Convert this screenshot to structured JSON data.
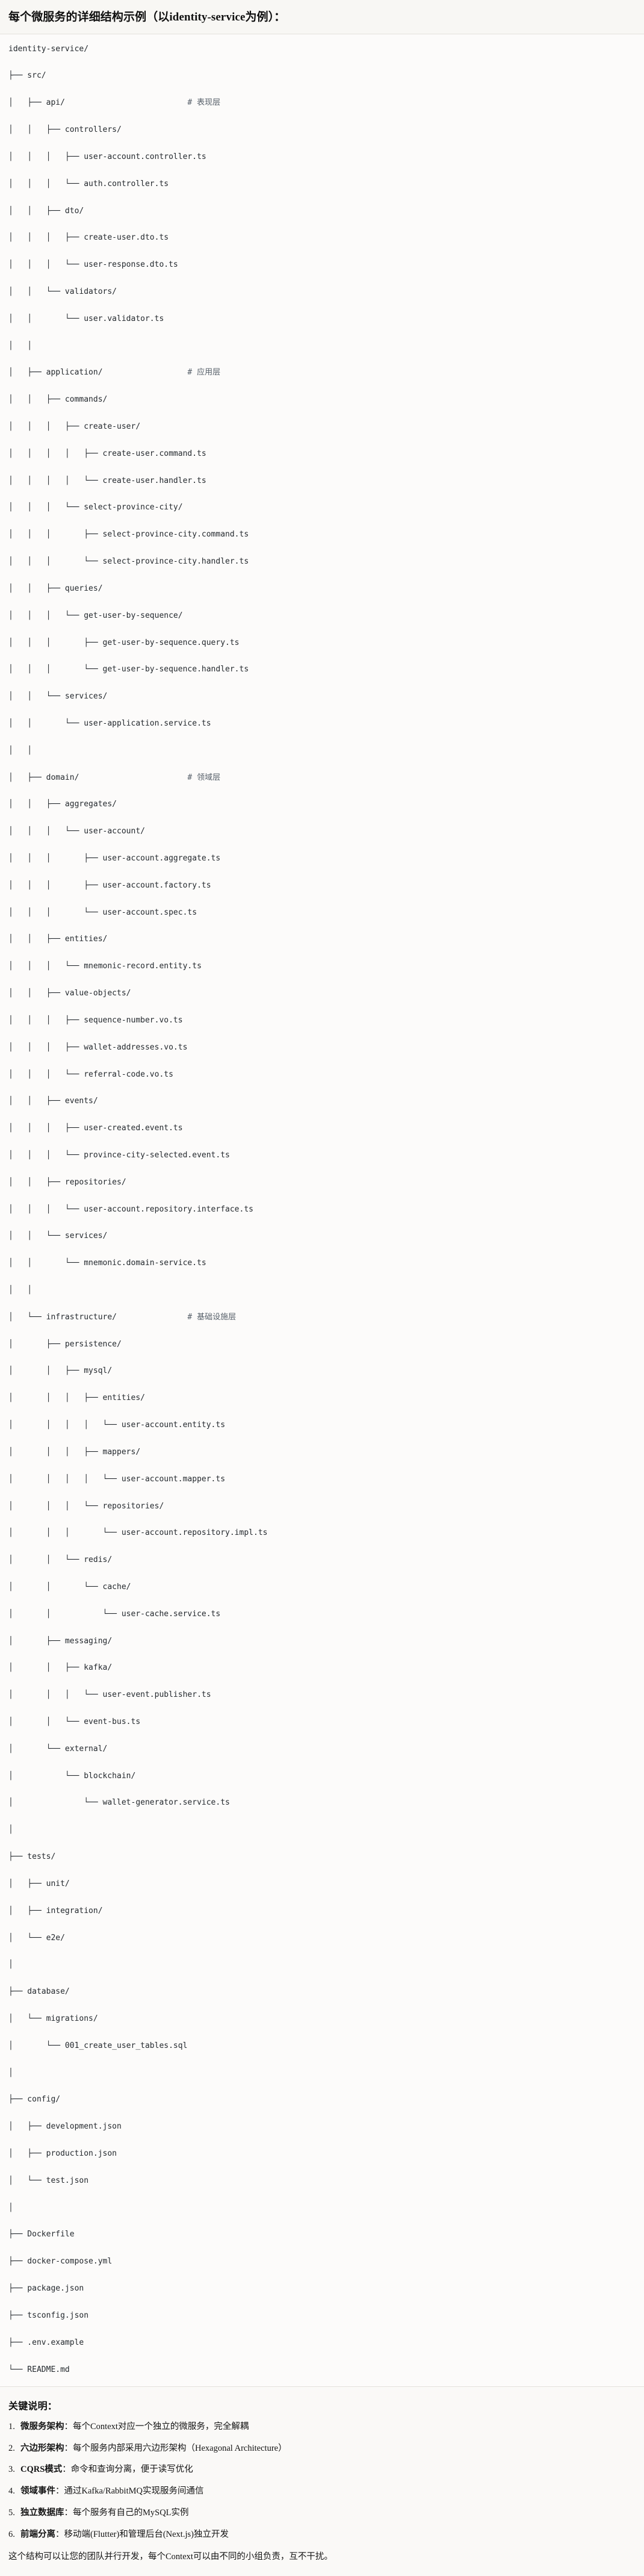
{
  "header": {
    "title": "每个微服务的详细结构示例（以identity-service为例）："
  },
  "tree": {
    "root": "identity-service/",
    "comments": {
      "api": "# 表现层",
      "application": "# 应用层",
      "domain": "# 领域层",
      "infrastructure": "# 基础设施层"
    },
    "lines": [
      "identity-service/",
      "├── src/",
      "│   ├── api/                          # 表现层",
      "│   │   ├── controllers/",
      "│   │   │   ├── user-account.controller.ts",
      "│   │   │   └── auth.controller.ts",
      "│   │   ├── dto/",
      "│   │   │   ├── create-user.dto.ts",
      "│   │   │   └── user-response.dto.ts",
      "│   │   └── validators/",
      "│   │       └── user.validator.ts",
      "│   │",
      "│   ├── application/                  # 应用层",
      "│   │   ├── commands/",
      "│   │   │   ├── create-user/",
      "│   │   │   │   ├── create-user.command.ts",
      "│   │   │   │   └── create-user.handler.ts",
      "│   │   │   └── select-province-city/",
      "│   │   │       ├── select-province-city.command.ts",
      "│   │   │       └── select-province-city.handler.ts",
      "│   │   ├── queries/",
      "│   │   │   └── get-user-by-sequence/",
      "│   │   │       ├── get-user-by-sequence.query.ts",
      "│   │   │       └── get-user-by-sequence.handler.ts",
      "│   │   └── services/",
      "│   │       └── user-application.service.ts",
      "│   │",
      "│   ├── domain/                       # 领域层",
      "│   │   ├── aggregates/",
      "│   │   │   └── user-account/",
      "│   │   │       ├── user-account.aggregate.ts",
      "│   │   │       ├── user-account.factory.ts",
      "│   │   │       └── user-account.spec.ts",
      "│   │   ├── entities/",
      "│   │   │   └── mnemonic-record.entity.ts",
      "│   │   ├── value-objects/",
      "│   │   │   ├── sequence-number.vo.ts",
      "│   │   │   ├── wallet-addresses.vo.ts",
      "│   │   │   └── referral-code.vo.ts",
      "│   │   ├── events/",
      "│   │   │   ├── user-created.event.ts",
      "│   │   │   └── province-city-selected.event.ts",
      "│   │   ├── repositories/",
      "│   │   │   └── user-account.repository.interface.ts",
      "│   │   └── services/",
      "│   │       └── mnemonic.domain-service.ts",
      "│   │",
      "│   └── infrastructure/               # 基础设施层",
      "│       ├── persistence/",
      "│       │   ├── mysql/",
      "│       │   │   ├── entities/",
      "│       │   │   │   └── user-account.entity.ts",
      "│       │   │   ├── mappers/",
      "│       │   │   │   └── user-account.mapper.ts",
      "│       │   │   └── repositories/",
      "│       │   │       └── user-account.repository.impl.ts",
      "│       │   └── redis/",
      "│       │       └── cache/",
      "│       │           └── user-cache.service.ts",
      "│       ├── messaging/",
      "│       │   ├── kafka/",
      "│       │   │   └── user-event.publisher.ts",
      "│       │   └── event-bus.ts",
      "│       └── external/",
      "│           └── blockchain/",
      "│               └── wallet-generator.service.ts",
      "│",
      "├── tests/",
      "│   ├── unit/",
      "│   ├── integration/",
      "│   └── e2e/",
      "│",
      "├── database/",
      "│   └── migrations/",
      "│       └── 001_create_user_tables.sql",
      "│",
      "├── config/",
      "│   ├── development.json",
      "│   ├── production.json",
      "│   └── test.json",
      "│",
      "├── Dockerfile",
      "├── docker-compose.yml",
      "├── package.json",
      "├── tsconfig.json",
      "├── .env.example",
      "└── README.md"
    ]
  },
  "notes": {
    "title": "关键说明：",
    "items": [
      {
        "term": "微服务架构",
        "sep": "：",
        "desc": "每个Context对应一个独立的微服务，完全解耦"
      },
      {
        "term": "六边形架构",
        "sep": "：",
        "desc": "每个服务内部采用六边形架构（Hexagonal Architecture）"
      },
      {
        "term": "CQRS模式",
        "sep": "：",
        "desc": "命令和查询分离，便于读写优化"
      },
      {
        "term": "领域事件",
        "sep": "：",
        "desc": "通过Kafka/RabbitMQ实现服务间通信"
      },
      {
        "term": "独立数据库",
        "sep": "：",
        "desc": "每个服务有自己的MySQL实例"
      },
      {
        "term": "前端分离",
        "sep": "：",
        "desc": "移动端(Flutter)和管理后台(Next.js)独立开发"
      }
    ],
    "closing": "这个结构可以让您的团队并行开发，每个Context可以由不同的小组负责，互不干扰。"
  }
}
